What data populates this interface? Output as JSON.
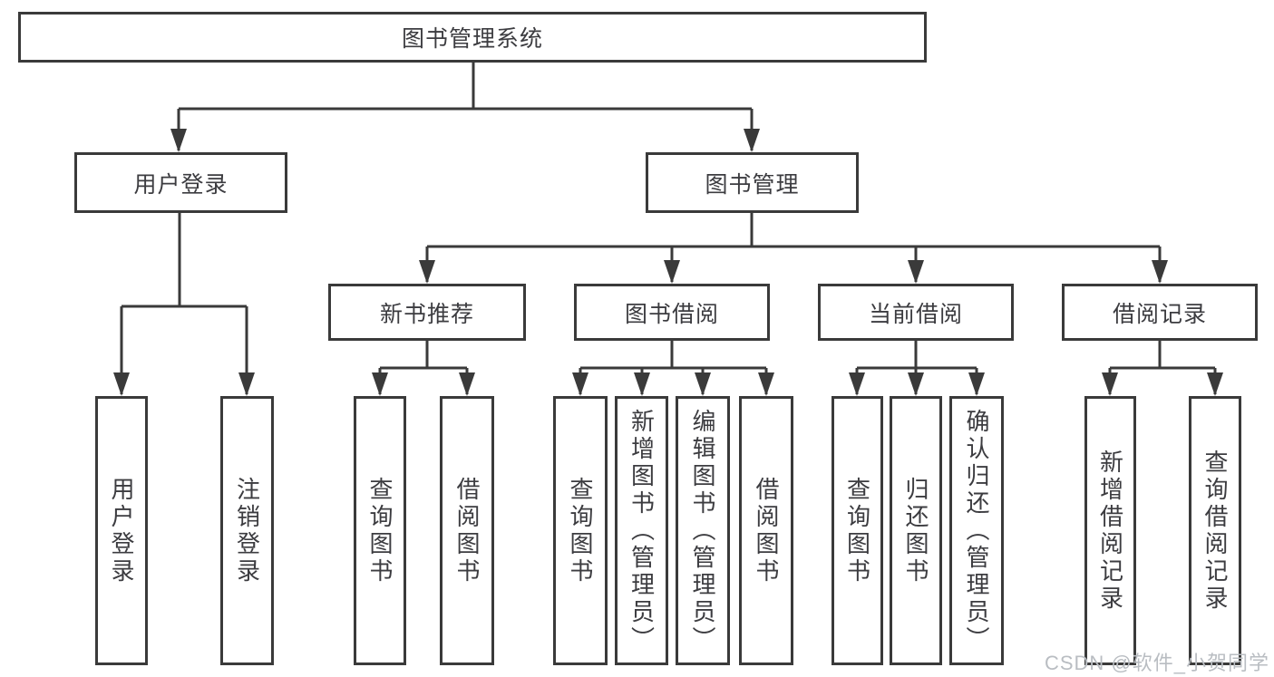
{
  "tree": {
    "root": {
      "label": "图书管理系统",
      "children": [
        {
          "label": "用户登录",
          "children": [
            {
              "label": "用户登录"
            },
            {
              "label": "注销登录"
            }
          ]
        },
        {
          "label": "图书管理",
          "children": [
            {
              "label": "新书推荐",
              "children": [
                {
                  "label": "查询图书"
                },
                {
                  "label": "借阅图书"
                }
              ]
            },
            {
              "label": "图书借阅",
              "children": [
                {
                  "label": "查询图书"
                },
                {
                  "label": "新增图书（管理员）"
                },
                {
                  "label": "编辑图书（管理员）"
                },
                {
                  "label": "借阅图书"
                }
              ]
            },
            {
              "label": "当前借阅",
              "children": [
                {
                  "label": "查询图书"
                },
                {
                  "label": "归还图书"
                },
                {
                  "label": "确认归还（管理员）"
                }
              ]
            },
            {
              "label": "借阅记录",
              "children": [
                {
                  "label": "新增借阅记录"
                },
                {
                  "label": "查询借阅记录"
                }
              ]
            }
          ]
        }
      ]
    }
  },
  "watermark": {
    "text": "CSDN @软件_小贺同学"
  },
  "colors": {
    "line": "#3a3a3a",
    "text": "#3c3c40",
    "watermark": "#b9bdc2",
    "background": "#ffffff"
  }
}
